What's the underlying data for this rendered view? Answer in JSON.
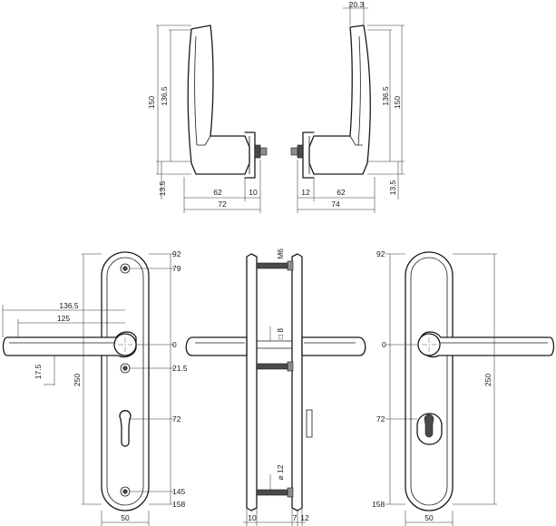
{
  "top_view": {
    "left_handle": {
      "height_total": "150",
      "height_handle": "136.5",
      "rose_height": "13.5",
      "projection": "62",
      "rose_depth": "10",
      "total_projection": "72"
    },
    "right_handle": {
      "grip_width": "20.3",
      "height_handle": "136.5",
      "height_total": "150",
      "rose_height": "13.5",
      "rose_depth": "12",
      "projection": "62",
      "total_projection": "74"
    }
  },
  "front_view": {
    "handle_reach": "136.5",
    "handle_reach_2": "125",
    "handle_offset": "17.5",
    "plate_height": "250",
    "positions": [
      "92",
      "79",
      "0",
      "21.5",
      "72",
      "145",
      "158"
    ],
    "plate_width": "50"
  },
  "side_view": {
    "thread": "M6",
    "spindle": "□ 8",
    "bolt_diameter": "⌀ 12",
    "dims": [
      "10",
      "7",
      "12"
    ]
  },
  "back_view": {
    "positions": [
      "92",
      "0",
      "72",
      "158"
    ],
    "plate_height": "250",
    "plate_width": "50"
  }
}
